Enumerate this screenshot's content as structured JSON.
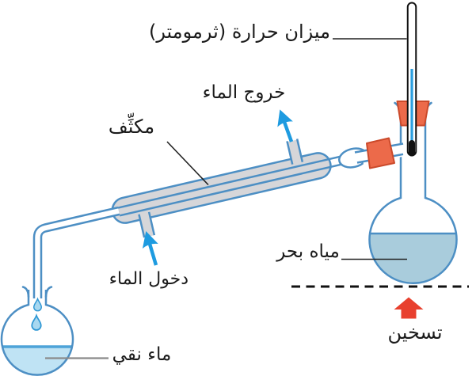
{
  "diagram_type": "distillation-apparatus",
  "labels": {
    "thermometer": "ميزان حرارة (ثرمومتر)",
    "water_out": "خروج الماء",
    "condenser": "مكثِّف",
    "water_in": "دخول الماء",
    "pure_water": "ماء نقي",
    "sea_water": "مياه بحر",
    "heating": "تسخين"
  },
  "icons": {
    "water_out_arrow": "up-arrow",
    "water_in_arrow": "up-arrow",
    "heat_arrow": "up-block-arrow",
    "droplets": "water-drop"
  },
  "colors": {
    "glass_outline": "#4d8fc4",
    "condenser_body": "#d6d6d9",
    "pure_water_fill": "#bfe3f4",
    "pure_water_surface": "#4da3d8",
    "sea_water_fill": "#a9ccdc",
    "cork_fill": "#ec6a4a",
    "cork_border": "#cb4a2b",
    "flow_arrow": "#1e9be0",
    "heat_arrow": "#e8402e",
    "thermometer_line": "#2b9fe0",
    "label_text": "#1b1b1b"
  }
}
